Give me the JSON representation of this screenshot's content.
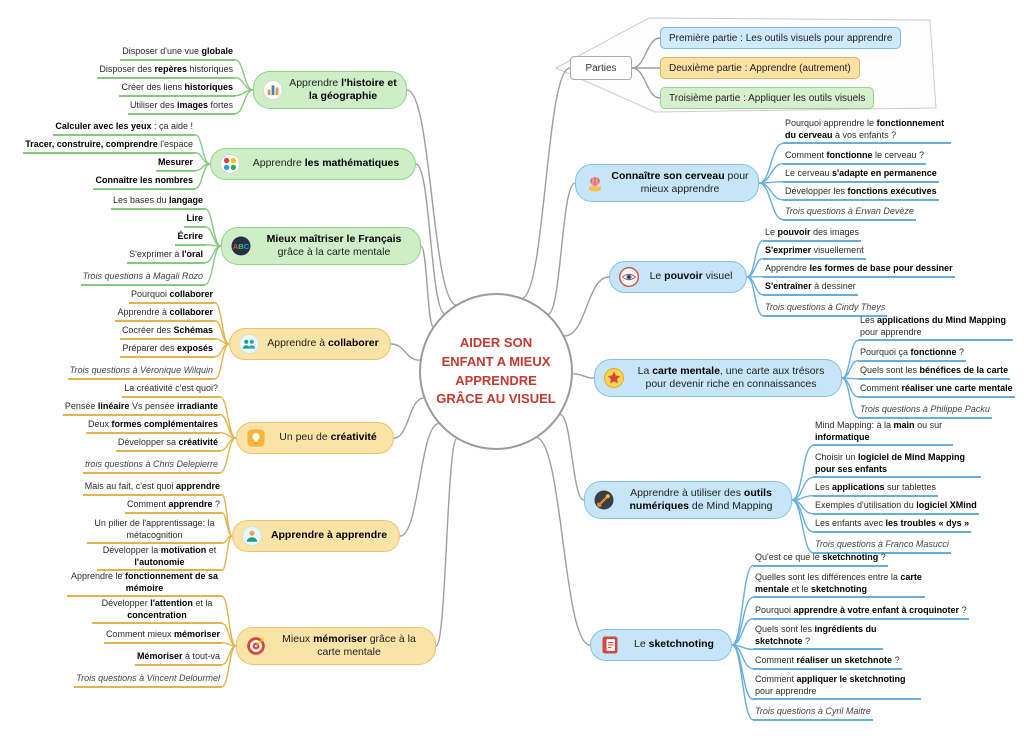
{
  "central": {
    "text": "AIDER SON ENFANT A MIEUX APPRENDRE GRÂCE AU VISUEL"
  },
  "colors": {
    "connector": "#9e9e9e",
    "green_line": "#84ca7e",
    "yellow_line": "#e3b44c",
    "blue_line": "#66aede",
    "green_fill": "#cdeec6",
    "yellow_fill": "#fae3a7",
    "blue_fill": "#c6e6f8",
    "central_text": "#c13b33"
  },
  "parties": {
    "label": "Parties",
    "items": [
      "Première partie : Les outils visuels pour apprendre",
      "Deuxième partie : Apprendre (autrement)",
      "Troisième partie : Appliquer les outils visuels"
    ]
  },
  "branches": [
    {
      "id": "histoire-geographie",
      "icon": "bar-chart-icon",
      "label": "Apprendre **l'histoire et la géographie**",
      "leaves": [
        "Disposer d'une vue **globale**",
        "Disposer des **repères** historiques",
        "Créer des liens **historiques**",
        "Utiliser des **images** fortes"
      ]
    },
    {
      "id": "mathematiques",
      "icon": "math-icon",
      "label": "Apprendre **les mathématiques**",
      "leaves": [
        "**Calculer avec les yeux** : ça aide !",
        "**Tracer, construire, comprendre** l'espace",
        "**Mesurer**",
        "**Connaître les nombres**"
      ]
    },
    {
      "id": "francais",
      "icon": "abc-icon",
      "label": "**Mieux maîtriser le Français** grâce à la carte mentale",
      "leaves": [
        "Les bases du **langage**",
        "**Lire**",
        "**Écrire**",
        "S'exprimer à **l'oral**",
        "Trois questions à Magali Rozo"
      ]
    },
    {
      "id": "collaborer",
      "icon": "people-icon",
      "label": "Apprendre à **collaborer**",
      "leaves": [
        "Pourquoi **collaborer**",
        "Apprendre à **collaborer**",
        "Cocréer des **Schémas**",
        "Préparer des **exposés**",
        "Trois questions à Véronique Wilquin"
      ]
    },
    {
      "id": "creativite",
      "icon": "lightbulb-icon",
      "label": "Un peu de **créativité**",
      "leaves": [
        "La créativité c'est quoi?",
        "Pensée **linéaire** Vs pensée **irradiante**",
        "Deux **formes complémentaires**",
        "Développer sa **créativité**",
        "trois questions à Chris Delepierre"
      ]
    },
    {
      "id": "apprendre-a-apprendre",
      "icon": "person-icon",
      "label": "**Apprendre à apprendre**",
      "leaves": [
        "Mais au fait, c'est quoi **apprendre**",
        "Comment **apprendre** ?",
        "Un pilier de l'apprentissage: la métacognition",
        "Développer la **motivation** et **l'autonomie**"
      ]
    },
    {
      "id": "memoriser",
      "icon": "target-icon",
      "label": "Mieux **mémoriser** grâce à la carte mentale",
      "leaves": [
        "Apprendre le **fonctionnement de sa mémoire**",
        "Développer **l'attention** et la **concentration**",
        "Comment mieux **mémoriser**",
        "**Mémoriser** à tout-va",
        "Trois questions à Vincent Delourmel"
      ]
    },
    {
      "id": "cerveau",
      "icon": "brain-icon",
      "label": "**Connaître son cerveau** pour mieux apprendre",
      "leaves": [
        "Pourquoi apprendre le **fonctionnement du cerveau** à vos enfants ?",
        "Comment **fonctionne** le cerveau ?",
        "Le cerveau **s'adapte en permanence**",
        "Développer les **fonctions exécutives**",
        "Trois questions à Erwan Devèze"
      ]
    },
    {
      "id": "pouvoir-visuel",
      "icon": "eye-icon",
      "label": "Le **pouvoir** visuel",
      "leaves": [
        "Le **pouvoir** des images",
        "**S'exprimer** visuellement",
        "Apprendre **les formes de base pour dessiner**",
        "**S'entraîner** à dessiner",
        "Trois questions à Cindy Theys"
      ]
    },
    {
      "id": "carte-mentale",
      "icon": "star-icon",
      "label": "La **carte mentale**, une carte aux trésors pour devenir riche en connaissances",
      "leaves": [
        "Les **applications du Mind Mapping** pour apprendre",
        "Pourquoi ça **fonctionne** ?",
        "Quels sont les **bénéfices de la carte**",
        "Comment **réaliser une carte mentale**",
        "Trois questions à Philippe Packu"
      ]
    },
    {
      "id": "outils-numeriques",
      "icon": "tools-icon",
      "label": "Apprendre à utiliser des **outils numériques** de Mind Mapping",
      "leaves": [
        "Mind Mapping: à la **main** ou sur **informatique**",
        "Choisir un **logiciel de Mind Mapping pour ses enfants**",
        "Les **applications** sur tablettes",
        "Exemples d'utilisation du **logiciel XMind**",
        "Les enfants avec **les troubles « dys »**",
        "Trois questions à Franco Masucci"
      ]
    },
    {
      "id": "sketchnoting",
      "icon": "notebook-icon",
      "label": "Le **sketchnoting**",
      "leaves": [
        "Qu'est ce que le **sketchnoting** ?",
        "Quelles sont les différences entre la **carte mentale** et le **sketchnoting**",
        "Pourquoi **apprendre à votre enfant à croquinoter** ?",
        "Quels sont les **ingrédients du sketchnote** ?",
        "Comment **réaliser un sketchnote** ?",
        "Comment **appliquer le sketchnoting** pour apprendre",
        "Trois questions à Cyril Maitre"
      ]
    }
  ]
}
